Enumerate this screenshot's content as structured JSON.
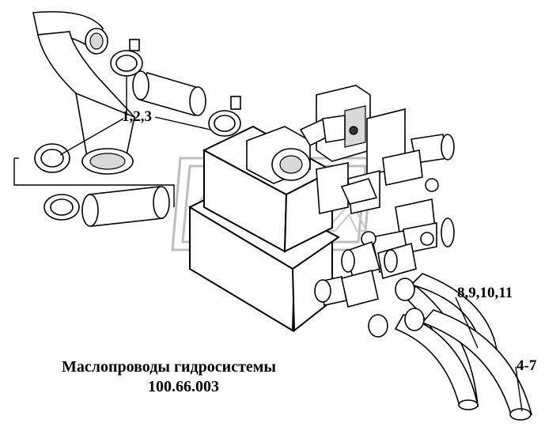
{
  "labels": {
    "part_1_2_3": "1,2,3",
    "part_8_11": "8,9,10,11",
    "part_4_7": "4-7"
  },
  "caption": {
    "title": "Маслопроводы гидросистемы",
    "code": "100.66.003"
  },
  "watermark": {
    "text": "OPEX"
  }
}
